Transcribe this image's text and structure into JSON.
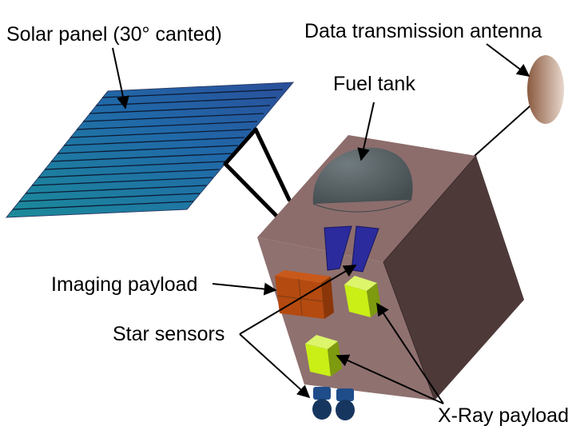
{
  "labels": {
    "solar_panel": "Solar panel (30° canted)",
    "antenna": "Data transmission antenna",
    "fuel_tank": "Fuel tank",
    "imaging_payload": "Imaging payload",
    "star_sensors": "Star sensors",
    "xray_payload": "X-Ray payload"
  },
  "colors": {
    "body_front": "#8f7170",
    "body_side": "#4e3939",
    "body_top": "#8c6d6c",
    "solar_panel": "#1f6fa5",
    "fuel_tank": "#4e5b5f",
    "antenna_dish": "#a47a63",
    "imaging_payload": "#b44a10",
    "xray_payload": "#c9ef16",
    "star_sensor": "#2b2b9e",
    "thruster": "#17365f"
  }
}
